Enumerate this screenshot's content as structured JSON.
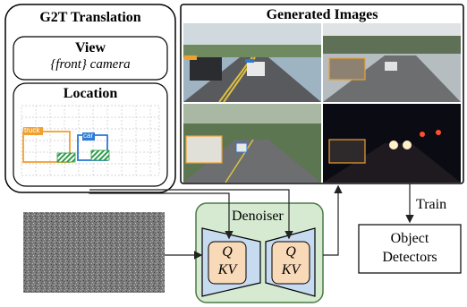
{
  "g2t": {
    "title": "G2T Translation",
    "view_title": "View",
    "view_value": "{front} camera",
    "location_title": "Location",
    "boxes": [
      {
        "label": "truck",
        "color": "#f0a030"
      },
      {
        "label": "car",
        "color": "#2a7ad8"
      }
    ]
  },
  "generated": {
    "title": "Generated Images",
    "images": [
      {
        "scene": "day-road-vehicles"
      },
      {
        "scene": "overcast-road"
      },
      {
        "scene": "truck-road"
      },
      {
        "scene": "night-road"
      }
    ]
  },
  "denoiser": {
    "label": "Denoiser",
    "block1_q": "Q",
    "block1_kv": "KV",
    "block2_q": "Q",
    "block2_kv": "KV"
  },
  "train_label": "Train",
  "detector": {
    "line1": "Object",
    "line2": "Detectors"
  },
  "colors": {
    "denoiser_fill": "#d6ead2",
    "denoiser_stroke": "#4a7a44",
    "unet_fill": "#c6daf0",
    "qkv_fill": "#f8d9b8",
    "hatch": "#2e9c4a"
  }
}
